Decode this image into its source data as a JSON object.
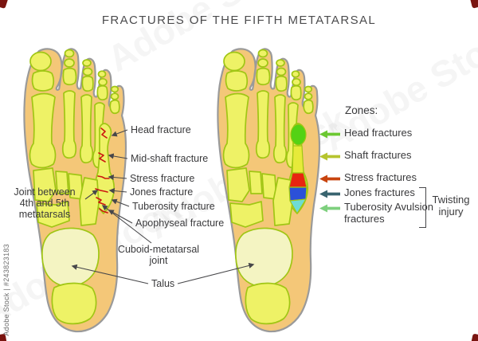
{
  "title": "FRACTURES OF THE FIFTH METATARSAL",
  "watermark": {
    "diagonal_text": "Adobe Stock",
    "id_text": "Adobe Stock | #243823183"
  },
  "foot_labels": {
    "head": "Head fracture",
    "midshaft": "Mid-shaft fracture",
    "stress": "Stress fracture",
    "jones": "Jones fracture",
    "tuberosity": "Tuberosity fracture",
    "apophyseal": "Apophyseal fracture",
    "joint45": [
      "Joint between",
      "4th and 5th",
      "metatarsals"
    ],
    "cuboid_joint": [
      "Cuboid-metatarsal",
      "joint"
    ],
    "talus": "Talus"
  },
  "legend": {
    "heading": "Zones:",
    "items": [
      {
        "label": "Head fractures",
        "color": "#6cc832"
      },
      {
        "label": "Shaft fractures",
        "color": "#b6c42e"
      },
      {
        "label": "Stress fractures",
        "color": "#c8440e"
      },
      {
        "label": "Jones fractures",
        "color": "#39646f"
      },
      {
        "label": "Tuberosity Avulsion fractures",
        "color": "#7ed07e"
      }
    ],
    "bracket_label": [
      "Twisting",
      "injury"
    ]
  },
  "colors": {
    "skin": "#f4c778",
    "bone": "#eef266",
    "bone_outline": "#a0c614",
    "talus": "#f4f4c2",
    "foot_outline": "#9a9a9a",
    "fracture": "#cc1810",
    "zone_head": "#54d214",
    "zone_shaft": "#e6ea3a",
    "zone_stress": "#e82410",
    "zone_jones": "#2b50d8",
    "zone_tuberosity": "#6edcd4",
    "pointer": "#47474a",
    "text": "#3a3a3c",
    "title": "#4c4c4e"
  }
}
